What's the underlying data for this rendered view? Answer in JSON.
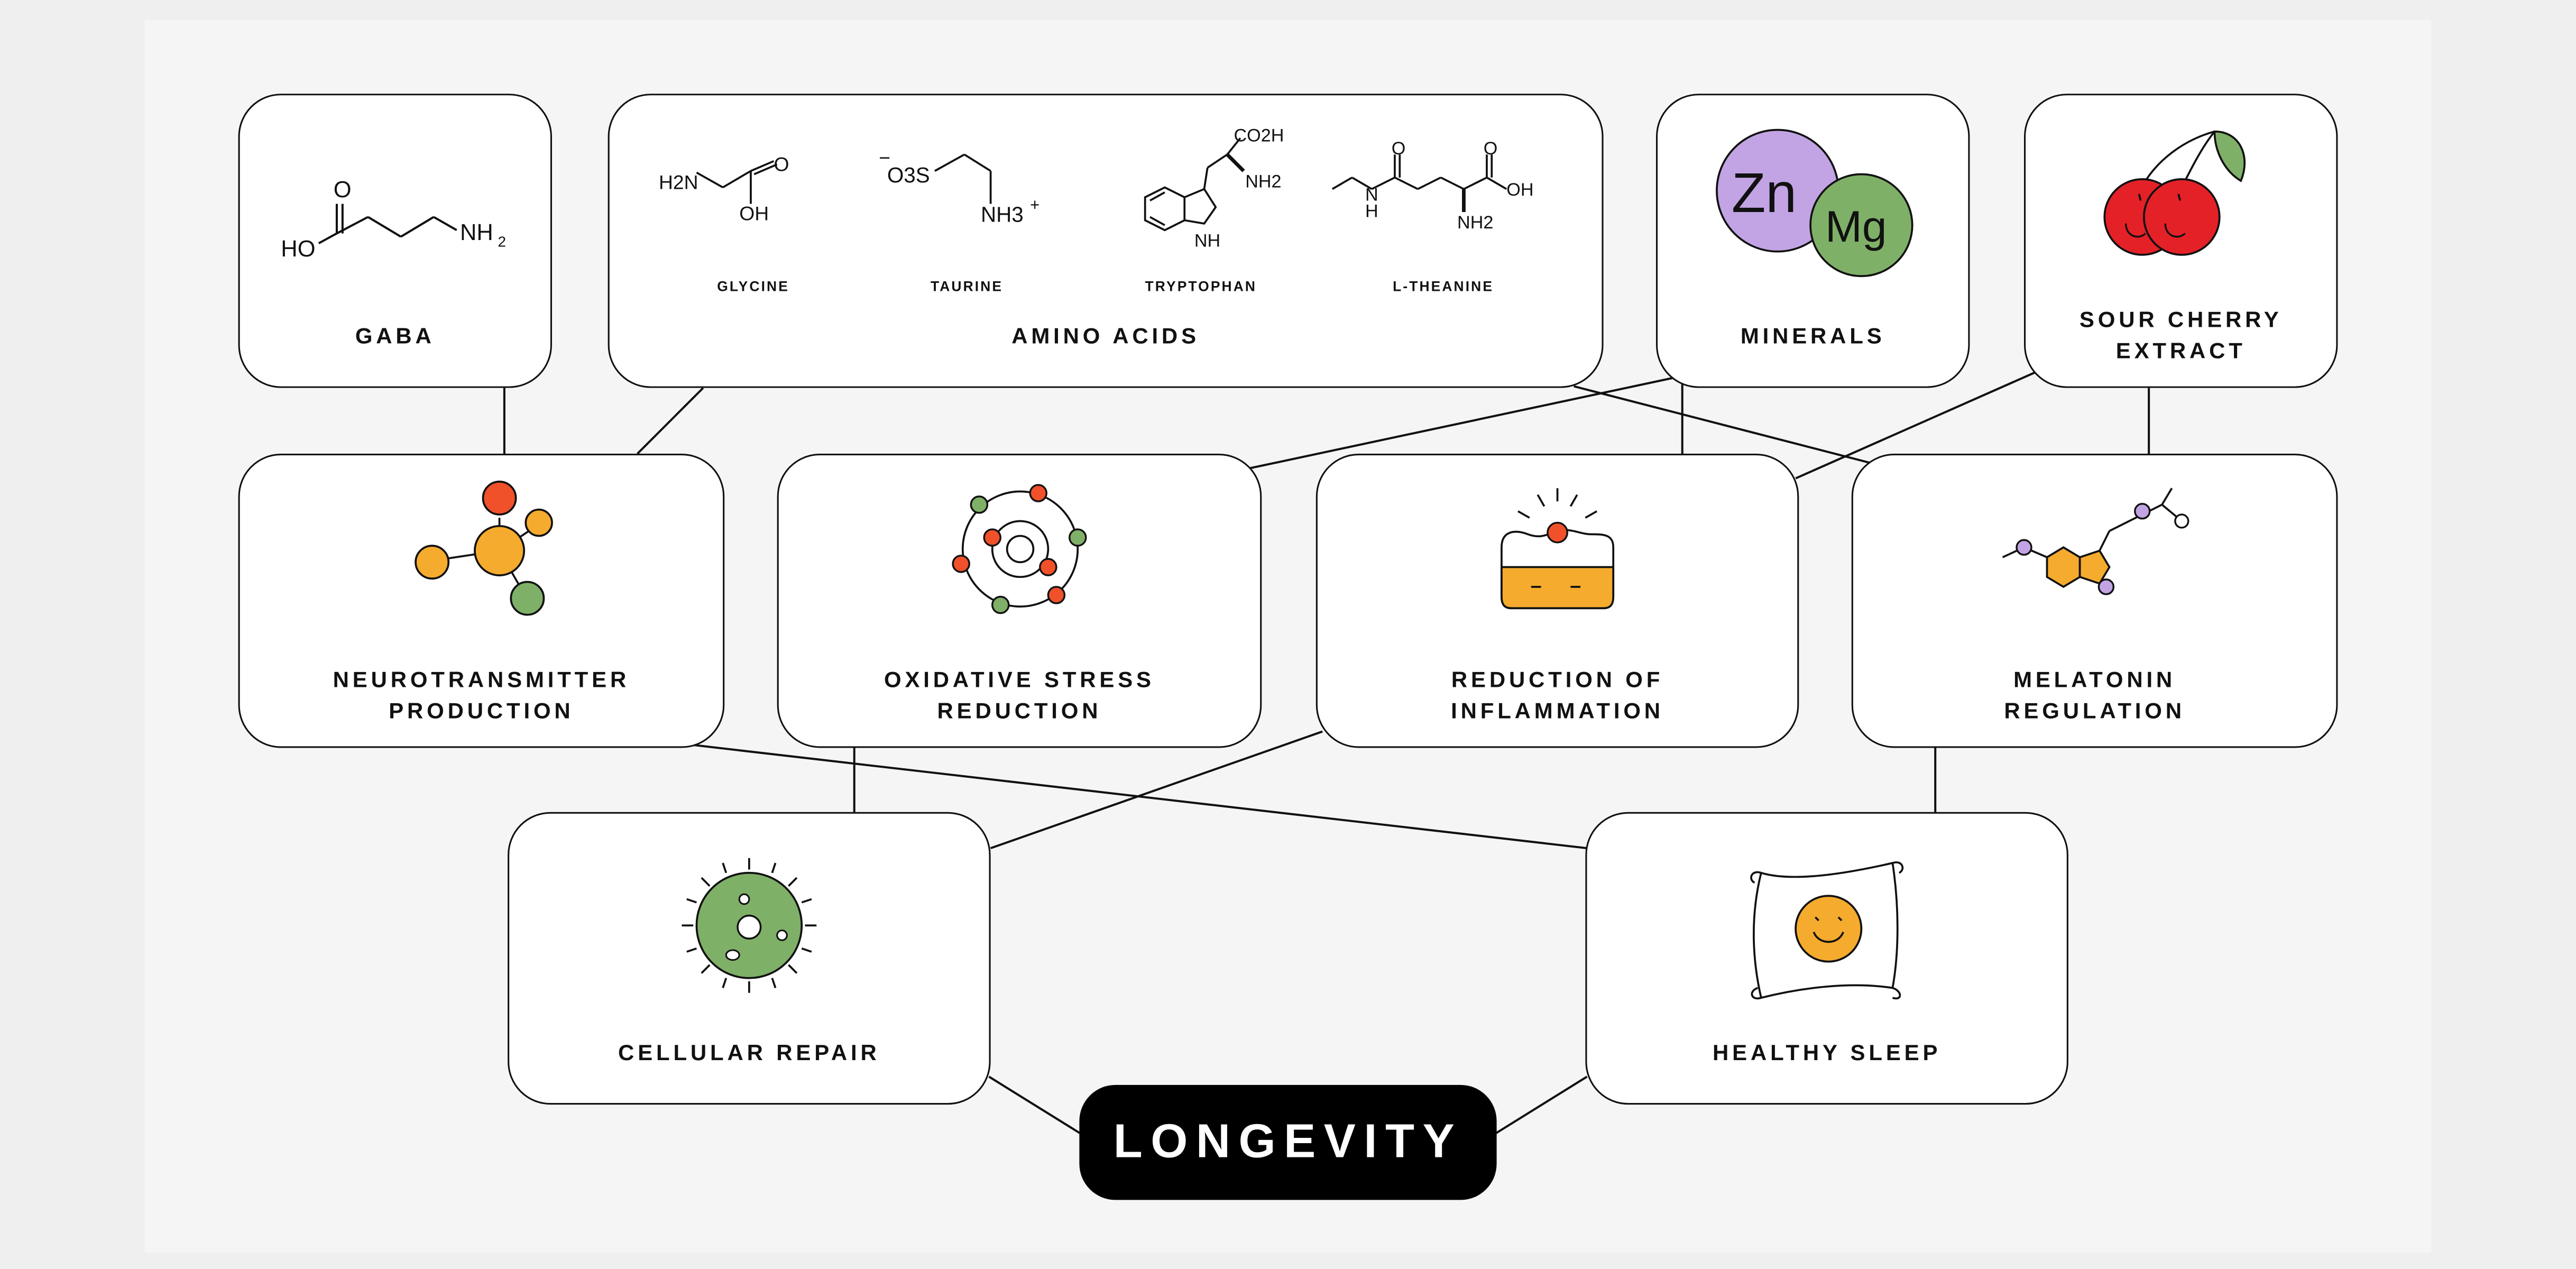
{
  "nodes": {
    "gaba": {
      "label": "GABA"
    },
    "amino_acids": {
      "label": "AMINO ACIDS",
      "items": [
        "GLYCINE",
        "TAURINE",
        "TRYPTOPHAN",
        "L-THEANINE"
      ]
    },
    "minerals": {
      "label": "MINERALS",
      "symbols": [
        "Zn",
        "Mg"
      ]
    },
    "sour_cherry": {
      "label": "SOUR CHERRY\nEXTRACT"
    },
    "neurotransmitter": {
      "label": "NEUROTRANSMITTER\nPRODUCTION"
    },
    "oxidative_stress": {
      "label": "OXIDATIVE STRESS\nREDUCTION"
    },
    "inflammation": {
      "label": "REDUCTION OF\nINFLAMMATION"
    },
    "melatonin": {
      "label": "MELATONIN\nREGULATION"
    },
    "cellular_repair": {
      "label": "CELLULAR REPAIR"
    },
    "healthy_sleep": {
      "label": "HEALTHY SLEEP"
    },
    "longevity": {
      "label": "LONGEVITY"
    }
  },
  "formulas": {
    "gaba": {
      "o": "O",
      "ho": "HO",
      "nh": "NH",
      "sub2": "2"
    },
    "glycine": {
      "h2n": "H2N",
      "o": "O",
      "oh": "OH"
    },
    "taurine": {
      "minus": "−",
      "o3s": "O3S",
      "nh3": "NH3",
      "plus": "+"
    },
    "tryptophan": {
      "co2h": "CO2H",
      "nh2": "NH2",
      "nh": "NH"
    },
    "theanine": {
      "o1": "O",
      "o2": "O",
      "n": "N",
      "h": "H",
      "oh": "OH",
      "nh2": "NH2"
    }
  },
  "colors": {
    "orange": "#f5ab2e",
    "red": "#f0502a",
    "green": "#7fb068",
    "purple": "#c2a4e4",
    "cherry": "#e42127",
    "box_border": "#111111",
    "background": "#f5f5f5"
  },
  "edges": [
    [
      "gaba",
      "neurotransmitter"
    ],
    [
      "amino_acids",
      "neurotransmitter"
    ],
    [
      "amino_acids",
      "melatonin"
    ],
    [
      "minerals",
      "oxidative_stress"
    ],
    [
      "minerals",
      "inflammation"
    ],
    [
      "sour_cherry",
      "inflammation"
    ],
    [
      "sour_cherry",
      "melatonin"
    ],
    [
      "neurotransmitter",
      "healthy_sleep"
    ],
    [
      "oxidative_stress",
      "cellular_repair"
    ],
    [
      "inflammation",
      "cellular_repair"
    ],
    [
      "melatonin",
      "healthy_sleep"
    ],
    [
      "cellular_repair",
      "longevity"
    ],
    [
      "healthy_sleep",
      "longevity"
    ]
  ]
}
